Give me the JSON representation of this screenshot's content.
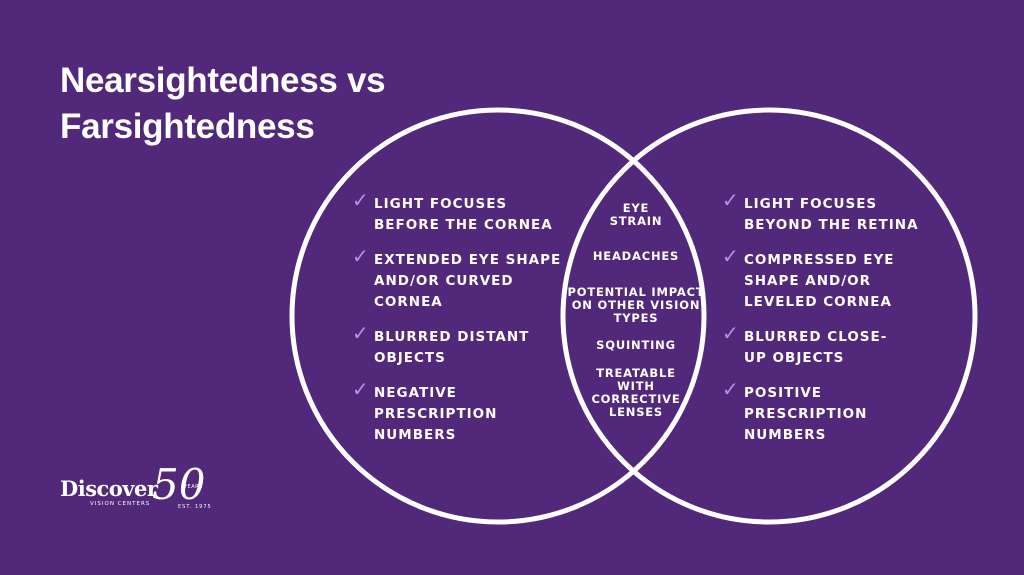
{
  "title": {
    "line1": "Nearsightedness vs",
    "line2": "Farsightedness"
  },
  "colors": {
    "background": "#52287a",
    "circle_stroke": "#ffffff",
    "check": "#c38ae6"
  },
  "left": {
    "items": [
      "LIGHT FOCUSES BEFORE THE CORNEA",
      "EXTENDED EYE SHAPE AND/OR CURVED CORNEA",
      "BLURRED DISTANT OBJECTS",
      "NEGATIVE PRESCRIPTION NUMBERS"
    ],
    "lines": [
      [
        "LIGHT FOCUSES",
        "BEFORE THE CORNEA"
      ],
      [
        "EXTENDED EYE SHAPE",
        "AND/OR CURVED",
        "CORNEA"
      ],
      [
        "BLURRED DISTANT",
        "OBJECTS"
      ],
      [
        "NEGATIVE",
        "PRESCRIPTION",
        "NUMBERS"
      ]
    ]
  },
  "overlap": {
    "eye_strain_1": "EYE",
    "eye_strain_2": "STRAIN",
    "headaches": "HEADACHES",
    "impact_1": "POTENTIAL IMPACT",
    "impact_2": "ON OTHER VISION",
    "impact_3": "TYPES",
    "squinting": "SQUINTING",
    "treatable_1": "TREATABLE",
    "treatable_2": "WITH",
    "treatable_3": "CORRECTIVE",
    "treatable_4": "LENSES"
  },
  "right": {
    "lines": [
      [
        "LIGHT FOCUSES",
        "BEYOND THE RETINA"
      ],
      [
        "COMPRESSED EYE",
        "SHAPE AND/OR",
        "LEVELED CORNEA"
      ],
      [
        "BLURRED CLOSE-",
        "UP OBJECTS"
      ],
      [
        "POSITIVE",
        "PRESCRIPTION",
        "NUMBERS"
      ]
    ]
  },
  "logo": {
    "word": "Discover",
    "sub": "VISION CENTERS",
    "fifty": "50",
    "years": "YEARS",
    "est": "EST. 1975"
  }
}
